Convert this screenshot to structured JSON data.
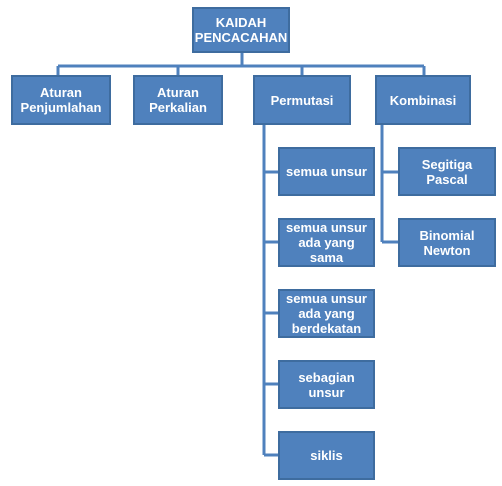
{
  "root": {
    "line1": "KAIDAH",
    "line2": "PENCACAHAN"
  },
  "branches": {
    "penjumlahan": {
      "line1": "Aturan",
      "line2": "Penjumlahan"
    },
    "perkalian": {
      "line1": "Aturan",
      "line2": "Perkalian"
    },
    "permutasi": {
      "label": "Permutasi"
    },
    "kombinasi": {
      "label": "Kombinasi"
    }
  },
  "permutasi_items": {
    "semua_unsur": {
      "label": "semua unsur"
    },
    "ada_sama": {
      "line1": "semua unsur",
      "line2": "ada yang sama"
    },
    "berdekatan": {
      "line1": "semua unsur",
      "line2": "ada yang",
      "line3": "berdekatan"
    },
    "sebagian": {
      "label": "sebagian unsur"
    },
    "siklis": {
      "label": "siklis"
    }
  },
  "kombinasi_items": {
    "pascal": {
      "label": "Segitiga Pascal"
    },
    "binomial": {
      "line1": "Binomial",
      "line2": "Newton"
    }
  },
  "colors": {
    "box_fill": "#4f81bd",
    "box_border": "#3e6c9f",
    "text": "#ffffff",
    "connector": "#4f81bd"
  }
}
